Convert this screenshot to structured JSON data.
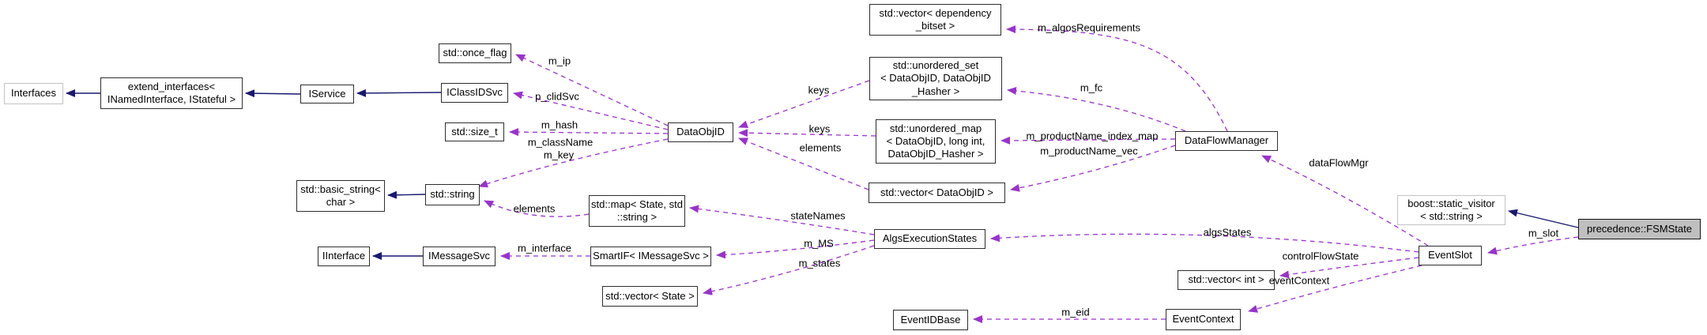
{
  "diagram": {
    "kind": "collaboration-graph",
    "focus_node": "precedence::FSMState",
    "colors": {
      "inheritance_edge": "#191970",
      "usage_edge": "#9a32cd",
      "node_border": "#2e2e2e",
      "external_node_border": "#c3c3c3",
      "focus_node_fill": "#bfbfbf",
      "node_fill": "#ffffff"
    },
    "nodes": [
      {
        "label": "Interfaces"
      },
      {
        "label": "extend_interfaces<\nINamedInterface, IStateful >"
      },
      {
        "label": "IService"
      },
      {
        "label": "std::once_flag"
      },
      {
        "label": "IClassIDSvc"
      },
      {
        "label": "std::size_t"
      },
      {
        "label": "DataObjID"
      },
      {
        "label": "std::basic_string<\nchar >"
      },
      {
        "label": "std::string"
      },
      {
        "label": "std::map< State, std\n::string >"
      },
      {
        "label": "IInterface"
      },
      {
        "label": "IMessageSvc"
      },
      {
        "label": "SmartIF< IMessageSvc >"
      },
      {
        "label": "std::vector< State >"
      },
      {
        "label": "std::vector< dependency\n_bitset >"
      },
      {
        "label": "std::unordered_set\n< DataObjID, DataObjID\n_Hasher >"
      },
      {
        "label": "std::unordered_map\n< DataObjID, long int,\nDataObjID_Hasher >"
      },
      {
        "label": "std::vector< DataObjID >"
      },
      {
        "label": "DataFlowManager"
      },
      {
        "label": "AlgsExecutionStates"
      },
      {
        "label": "boost::static_visitor\n< std::string >"
      },
      {
        "label": "precedence::FSMState"
      },
      {
        "label": "EventSlot"
      },
      {
        "label": "std::vector< int >"
      },
      {
        "label": "EventContext"
      },
      {
        "label": "EventIDBase"
      }
    ],
    "edge_labels": [
      {
        "text": "m_ip"
      },
      {
        "text": "p_clidSvc"
      },
      {
        "text": "m_hash"
      },
      {
        "text": "m_className"
      },
      {
        "text": "m_key"
      },
      {
        "text": "elements"
      },
      {
        "text": "m_interface"
      },
      {
        "text": "keys"
      },
      {
        "text": "keys"
      },
      {
        "text": "elements"
      },
      {
        "text": "stateNames"
      },
      {
        "text": "m_MS"
      },
      {
        "text": "m_states"
      },
      {
        "text": "m_algosRequirements"
      },
      {
        "text": "m_fc"
      },
      {
        "text": "m_productName_index_map"
      },
      {
        "text": "m_productName_vec"
      },
      {
        "text": "dataFlowMgr"
      },
      {
        "text": "algsStates"
      },
      {
        "text": "controlFlowState"
      },
      {
        "text": "eventContext"
      },
      {
        "text": "m_eid"
      },
      {
        "text": "m_slot"
      }
    ]
  }
}
